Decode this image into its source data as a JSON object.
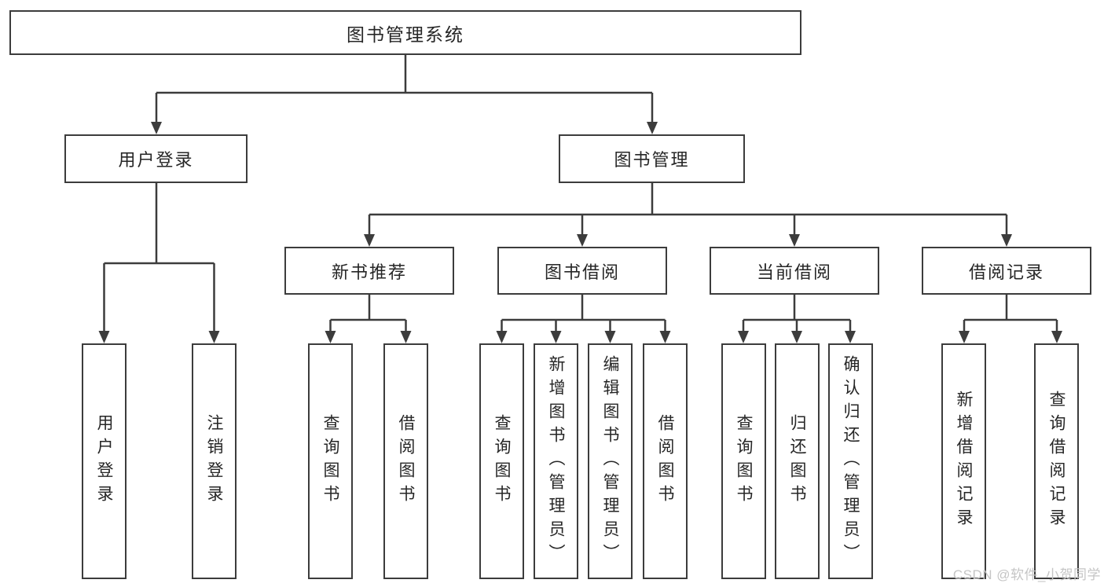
{
  "diagram": {
    "root": {
      "label": "图书管理系统"
    },
    "level2": [
      {
        "label": "用户登录"
      },
      {
        "label": "图书管理"
      }
    ],
    "level3": [
      {
        "label": "新书推荐",
        "parent": "图书管理"
      },
      {
        "label": "图书借阅",
        "parent": "图书管理"
      },
      {
        "label": "当前借阅",
        "parent": "图书管理"
      },
      {
        "label": "借阅记录",
        "parent": "图书管理"
      }
    ],
    "leaves": [
      {
        "label": "用户登录",
        "parent": "用户登录"
      },
      {
        "label": "注销登录",
        "parent": "用户登录"
      },
      {
        "label": "查询图书",
        "parent": "新书推荐"
      },
      {
        "label": "借阅图书",
        "parent": "新书推荐"
      },
      {
        "label": "查询图书",
        "parent": "图书借阅"
      },
      {
        "label": "新增图书（管理员）",
        "parent": "图书借阅"
      },
      {
        "label": "编辑图书（管理员）",
        "parent": "图书借阅"
      },
      {
        "label": "借阅图书",
        "parent": "图书借阅"
      },
      {
        "label": "查询图书",
        "parent": "当前借阅"
      },
      {
        "label": "归还图书",
        "parent": "当前借阅"
      },
      {
        "label": "确认归还（管理员）",
        "parent": "当前借阅"
      },
      {
        "label": "新增借阅记录",
        "parent": "借阅记录"
      },
      {
        "label": "查询借阅记录",
        "parent": "借阅记录"
      }
    ]
  },
  "watermark": "CSDN @软件_小贺同学",
  "colors": {
    "line": "#3c3c3c",
    "box_border": "#3c3c3c",
    "text": "#262626",
    "watermark": "#c5c5c5",
    "background": "#ffffff"
  }
}
